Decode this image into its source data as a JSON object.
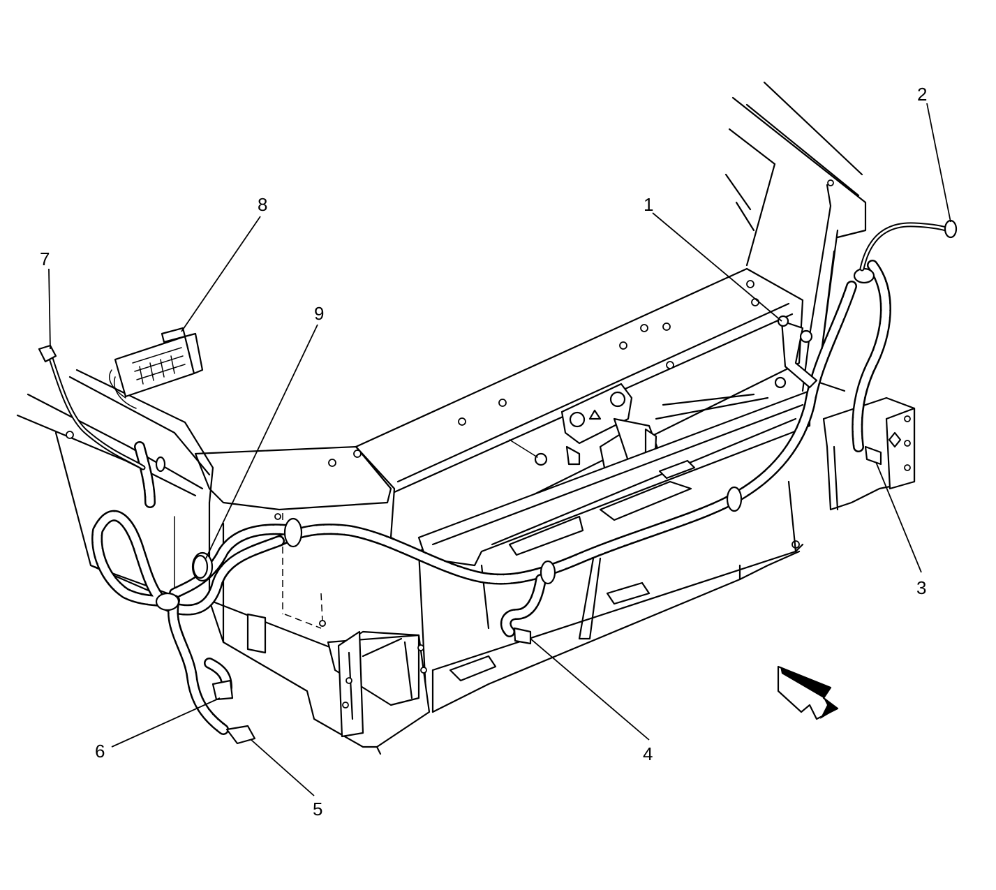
{
  "diagram": {
    "callouts": [
      {
        "id": "1",
        "label": "1"
      },
      {
        "id": "2",
        "label": "2"
      },
      {
        "id": "3",
        "label": "3"
      },
      {
        "id": "4",
        "label": "4"
      },
      {
        "id": "5",
        "label": "5"
      },
      {
        "id": "6",
        "label": "6"
      },
      {
        "id": "7",
        "label": "7"
      },
      {
        "id": "8",
        "label": "8"
      },
      {
        "id": "9",
        "label": "9"
      }
    ],
    "icons": {
      "front_arrow": "front-direction-arrow-icon"
    }
  }
}
